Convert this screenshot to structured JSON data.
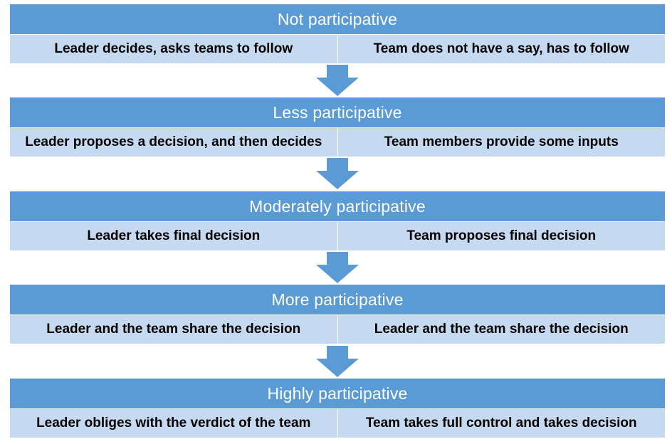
{
  "colors": {
    "header": "#5b9bd5",
    "cell": "#c5d9f1",
    "arrow": "#5b9bd5"
  },
  "levels": [
    {
      "title": "Not participative",
      "leader": "Leader decides, asks teams to follow",
      "team": "Team does not have a say, has to follow"
    },
    {
      "title": "Less participative",
      "leader": "Leader proposes a decision, and then decides",
      "team": "Team members provide some inputs"
    },
    {
      "title": "Moderately participative",
      "leader": "Leader takes final decision",
      "team": "Team proposes final decision"
    },
    {
      "title": "More participative",
      "leader": "Leader and the team share the decision",
      "team": "Leader and the team share the decision"
    },
    {
      "title": "Highly participative",
      "leader": "Leader obliges with the verdict of the team",
      "team": "Team takes full control and takes decision"
    }
  ]
}
